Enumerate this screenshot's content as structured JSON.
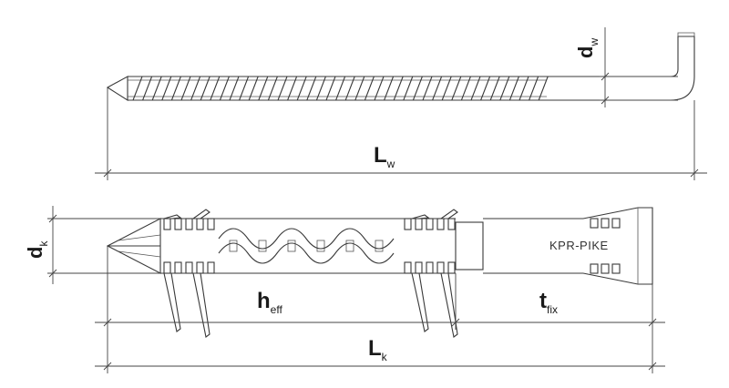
{
  "labels": {
    "dw": {
      "main": "d",
      "sub": "w"
    },
    "lw": {
      "main": "L",
      "sub": "w"
    },
    "dk": {
      "main": "d",
      "sub": "k"
    },
    "heff": {
      "main": "h",
      "sub": "eff"
    },
    "tfix": {
      "main": "t",
      "sub": "fix"
    },
    "lk": {
      "main": "L",
      "sub": "k"
    }
  },
  "brand_text": "KPR-PIKE",
  "colors": {
    "line": "#3a3a3a",
    "background": "#ffffff"
  }
}
